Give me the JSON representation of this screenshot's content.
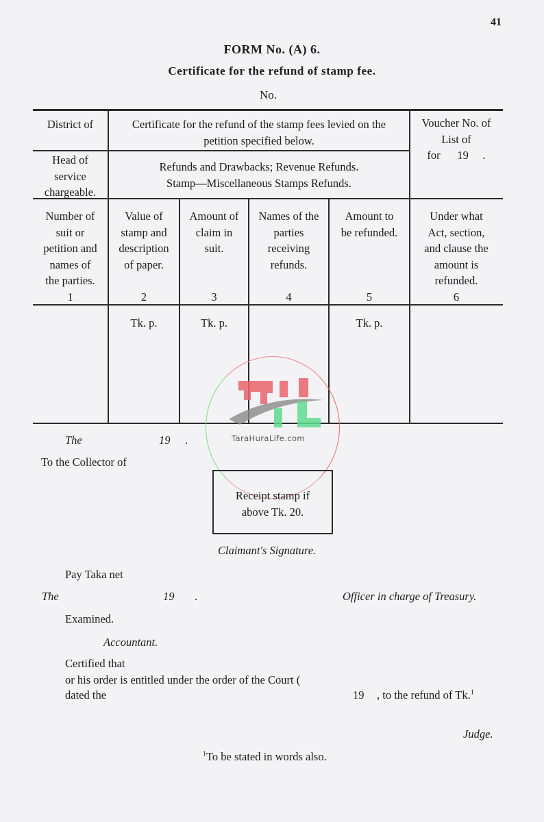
{
  "page": {
    "page_number": "41"
  },
  "header": {
    "form_number": "FORM No. (A) 6.",
    "title": "Certificate for the refund of stamp fee.",
    "no_label": "No."
  },
  "table": {
    "top_rows": {
      "district_label": "District of",
      "certificate_text_line1": "Certificate for the refund of the stamp fees levied on the",
      "certificate_text_line2": "petition specified below.",
      "voucher_line1": "Voucher No. of",
      "voucher_line2": "List of",
      "voucher_line3": "for      19     .",
      "head_line1": "Head of",
      "head_line2": "service",
      "head_line3": "chargeable.",
      "refunds_line1": "Refunds and Drawbacks; Revenue Refunds.",
      "refunds_line2": "Stamp—Miscellaneous Stamps Refunds."
    },
    "columns": [
      {
        "lines": [
          "Number of",
          "suit or",
          "petition and",
          "names of",
          "the parties."
        ],
        "number": "1",
        "unit": ""
      },
      {
        "lines": [
          "Value of",
          "stamp and",
          "description",
          "of paper."
        ],
        "number": "2",
        "unit": "Tk. p."
      },
      {
        "lines": [
          "Amount of",
          "claim in",
          "suit."
        ],
        "number": "3",
        "unit": "Tk. p."
      },
      {
        "lines": [
          "Names of the",
          "parties",
          "receiving",
          "refunds."
        ],
        "number": "4",
        "unit": ""
      },
      {
        "lines": [
          "Amount to",
          "be refunded."
        ],
        "number": "5",
        "unit": "Tk. p."
      },
      {
        "lines": [
          "Under what",
          "Act, section,",
          "and clause the",
          "amount is",
          "refunded."
        ],
        "number": "6",
        "unit": ""
      }
    ]
  },
  "body": {
    "date_the": "The",
    "date_year": "19",
    "date_dot": ".",
    "to_collector": "To the Collector of",
    "stamp_box_line1": "Receipt stamp if",
    "stamp_box_line2": "above Tk. 20.",
    "claimant_signature": "Claimant's Signature.",
    "pay_taka": "Pay Taka net",
    "date2_the": "The",
    "date2_year": "19",
    "date2_dot": ".",
    "officer": "Officer in charge of Treasury.",
    "examined": "Examined.",
    "accountant": "Accountant.",
    "certified_that": "Certified that",
    "entitled_line": "or his order is entitled under the order of the Court (",
    "dated_the": "dated the",
    "refund_year": "19",
    "refund_text": ", to the refund of Tk.",
    "refund_sup": "1",
    "judge": "Judge.",
    "footnote_sup": "1",
    "footnote": "To be stated in words also."
  },
  "watermark": {
    "text": "TaraHuraLife.com",
    "colors": {
      "red": "#e8636b",
      "green": "#5fd98f",
      "gray": "#8a8a8a"
    }
  }
}
